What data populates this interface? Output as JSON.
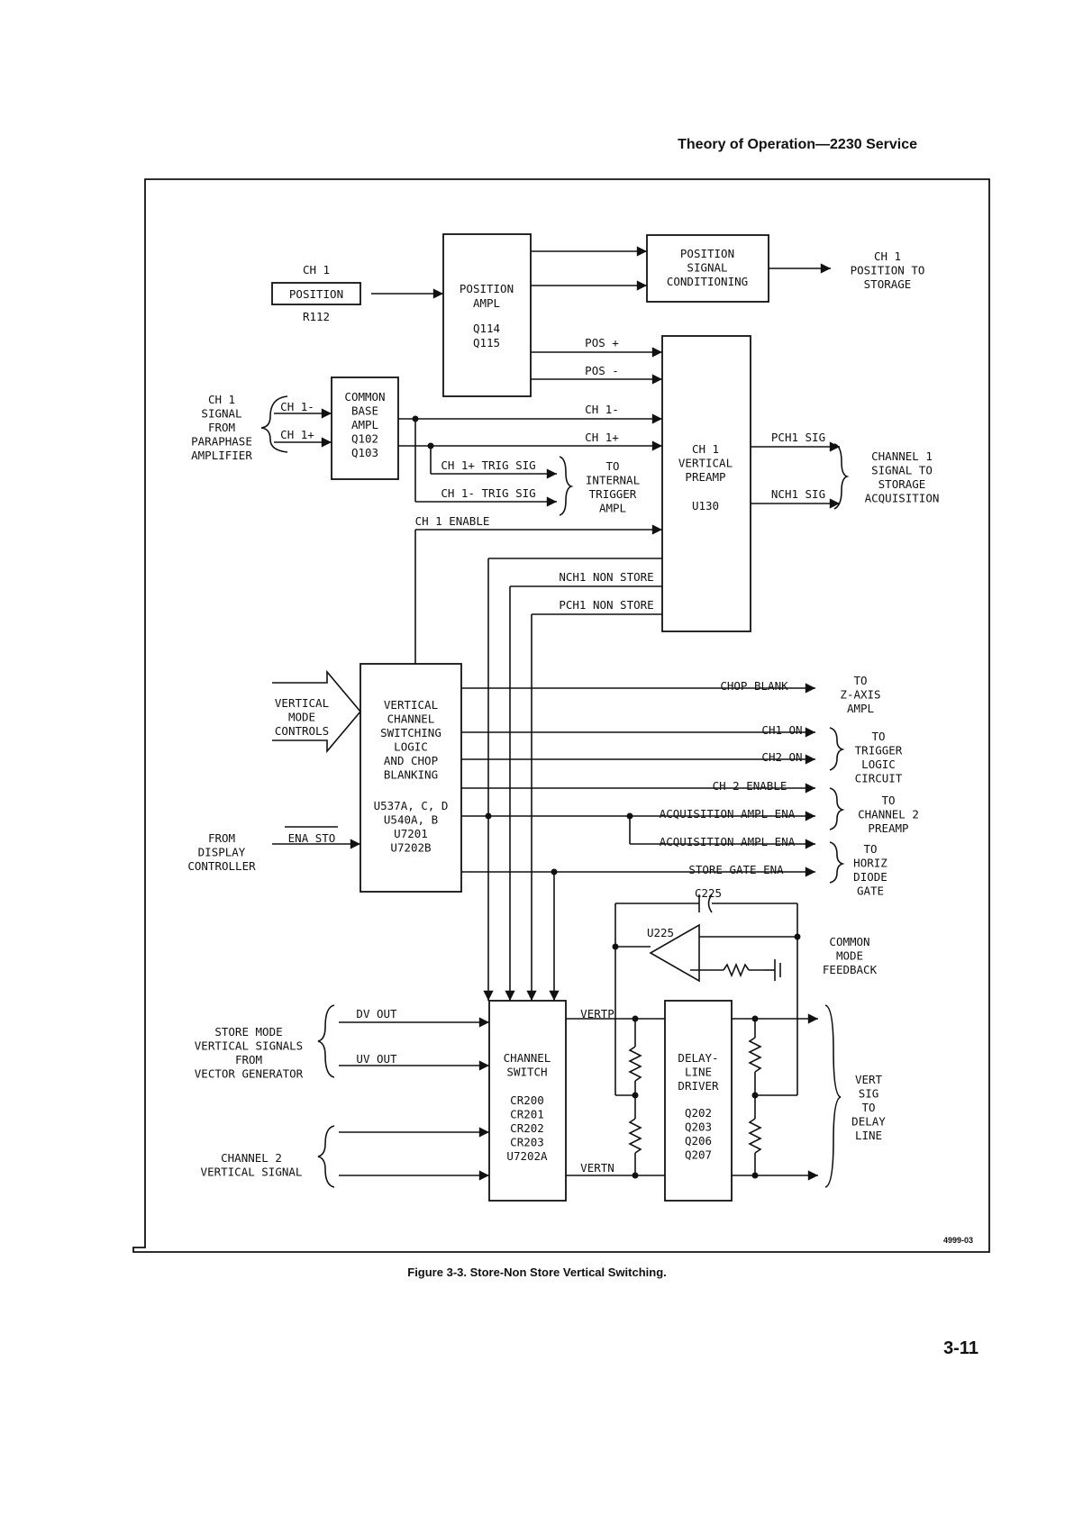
{
  "header": "Theory of Operation—2230 Service",
  "figure_caption": "Figure 3-3.  Store-Non Store Vertical Switching.",
  "page_number": "3-11",
  "figure_id": "4999-03",
  "blocks": {
    "position_ampl": [
      "POSITION",
      "AMPL",
      "Q114",
      "Q115"
    ],
    "position_signal_conditioning": [
      "POSITION",
      "SIGNAL",
      "CONDITIONING"
    ],
    "common_base_ampl": [
      "COMMON",
      "BASE",
      "AMPL",
      "Q102",
      "Q103"
    ],
    "ch1_vertical_preamp": [
      "CH 1",
      "VERTICAL",
      "PREAMP",
      "U130"
    ],
    "vertical_channel_switching": [
      "VERTICAL",
      "CHANNEL",
      "SWITCHING",
      "LOGIC",
      "AND CHOP",
      "BLANKING",
      "U537A, C, D",
      "U540A, B",
      "U7201",
      "U7202B"
    ],
    "channel_switch": [
      "CHANNEL",
      "SWITCH",
      "CR200",
      "CR201",
      "CR202",
      "CR203",
      "U7202A"
    ],
    "delay_line_driver": [
      "DELAY-",
      "LINE",
      "DRIVER",
      "Q202",
      "Q203",
      "Q206",
      "Q207"
    ]
  },
  "labels": {
    "ch1_pos_title": "CH 1",
    "ch1_pos_box": "POSITION",
    "r112": "R112",
    "ch1_pos_storage": [
      "CH 1",
      "POSITION TO",
      "STORAGE"
    ],
    "ch1_signal_from": [
      "CH 1",
      "SIGNAL",
      "FROM",
      "PARAPHASE",
      "AMPLIFIER"
    ],
    "ch1_minus_in": "CH 1-",
    "ch1_plus_in": "CH 1+",
    "pos_plus": "POS +",
    "pos_minus": "POS -",
    "ch1_minus": "CH 1-",
    "ch1_plus": "CH 1+",
    "ch1_plus_trig": "CH 1+ TRIG SIG",
    "ch1_minus_trig": "CH 1- TRIG SIG",
    "to_internal_trigger": [
      "TO",
      "INTERNAL",
      "TRIGGER",
      "AMPL"
    ],
    "ch1_enable": "CH 1 ENABLE",
    "nch1_non_store": "NCH1 NON STORE",
    "pch1_non_store": "PCH1 NON STORE",
    "pch1_sig": "PCH1 SIG",
    "nch1_sig": "NCH1 SIG",
    "channel1_signal_storage": [
      "CHANNEL 1",
      "SIGNAL TO",
      "STORAGE",
      "ACQUISITION"
    ],
    "vertical_mode_controls": [
      "VERTICAL",
      "MODE",
      "CONTROLS"
    ],
    "chop_blank": "CHOP BLANK",
    "to_z_axis": [
      "TO",
      "Z-AXIS",
      "AMPL"
    ],
    "ch1_on": "CH1 ON",
    "ch2_on": "CH2 ON",
    "to_trigger_logic": [
      "TO",
      "TRIGGER",
      "LOGIC",
      "CIRCUIT"
    ],
    "ch2_enable": "CH 2 ENABLE",
    "acq_ampl_ena_1": "ACQUISITION AMPL ENA",
    "to_channel2_preamp": [
      "TO",
      "CHANNEL 2",
      "PREAMP"
    ],
    "acq_ampl_ena_2": "ACQUISITION AMPL ENA",
    "store_gate_ena": "STORE GATE ENA",
    "to_horiz_diode_gate": [
      "TO",
      "HORIZ",
      "DIODE",
      "GATE"
    ],
    "from_display_controller": [
      "FROM",
      "DISPLAY",
      "CONTROLLER"
    ],
    "ena_sto": "ENA STO",
    "c225": "C225",
    "u225": "U225",
    "common_mode_feedback": [
      "COMMON",
      "MODE",
      "FEEDBACK"
    ],
    "store_mode_signals": [
      "STORE MODE",
      "VERTICAL SIGNALS",
      "FROM",
      "VECTOR GENERATOR"
    ],
    "dv_out": "DV OUT",
    "uv_out": "UV OUT",
    "channel2_vertical_signal": [
      "CHANNEL 2",
      "VERTICAL SIGNAL"
    ],
    "vertp": "VERTP",
    "vertn": "VERTN",
    "vert_sig_delay": [
      "VERT",
      "SIG",
      "TO",
      "DELAY",
      "LINE"
    ]
  }
}
